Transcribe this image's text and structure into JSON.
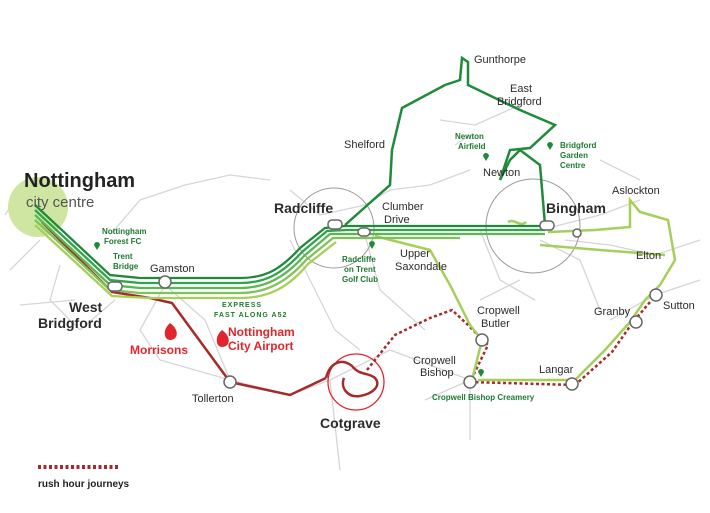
{
  "colors": {
    "dark_green": "#1f8a3a",
    "mid_green": "#2fa54a",
    "light_green": "#a6cf5a",
    "red_route": "#a52a2a",
    "accent_red": "#e0262c",
    "road_grey": "#d3d3d3",
    "city_centre_fill": "#cfe6a2"
  },
  "places": {
    "nottingham": "Nottingham",
    "city_centre": "city centre",
    "west": "West",
    "bridgford": "Bridgford",
    "radcliffe": "Radcliffe",
    "bingham": "Bingham",
    "cotgrave": "Cotgrave",
    "gamston": "Gamston",
    "tollerton": "Tollerton",
    "shelford": "Shelford",
    "gunthorpe": "Gunthorpe",
    "east": "East",
    "east_bridgford": "Bridgford",
    "newton": "Newton",
    "clumber": "Clumber",
    "drive": "Drive",
    "upper": "Upper",
    "saxondale": "Saxondale",
    "cropwell": "Cropwell",
    "butler": "Butler",
    "cropwell2": "Cropwell",
    "bishop": "Bishop",
    "langar": "Langar",
    "granby": "Granby",
    "sutton": "Sutton",
    "elton": "Elton",
    "aslockton": "Aslockton"
  },
  "landmarks": {
    "forest_1": "Nottingham",
    "forest_2": "Forest FC",
    "trent_1": "Trent",
    "trent_2": "Bridge",
    "airfield_1": "Newton",
    "airfield_2": "Airfield",
    "garden_1": "Bridgford",
    "garden_2": "Garden",
    "garden_3": "Centre",
    "golf_1": "Radcliffe",
    "golf_2": "on Trent",
    "golf_3": "Golf Club",
    "creamery": "Cropwell Bishop Creamery",
    "morrisons": "Morrisons",
    "airport_1": "Nottingham",
    "airport_2": "City Airport"
  },
  "express": {
    "line1": "EXPRESS",
    "line2": "FAST ALONG A52"
  },
  "legend": {
    "label": "rush hour journeys"
  }
}
